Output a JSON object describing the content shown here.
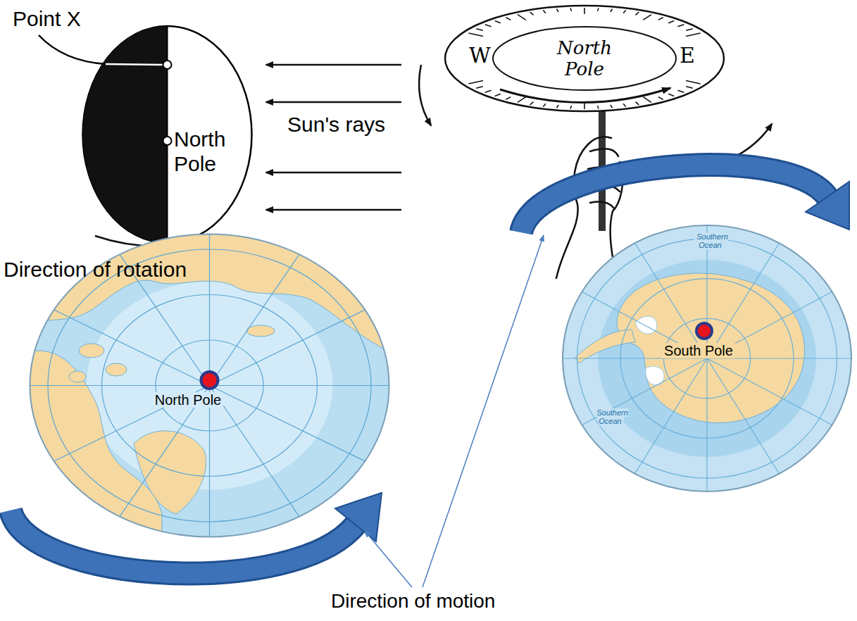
{
  "diagram": {
    "nodes": [
      {
        "text": [
          "North Pole"
        ]
      },
      {
        "text": [
          "W",
          "North Pole",
          "E"
        ]
      },
      {
        "text": [
          "North Pole"
        ]
      },
      {
        "text": [
          "Southern Ocean",
          "South Pole",
          "Southern Ocean"
        ]
      }
    ],
    "labels": [
      "Point X",
      "Sun's rays",
      "Direction of rotation",
      "Direction of motion"
    ]
  }
}
